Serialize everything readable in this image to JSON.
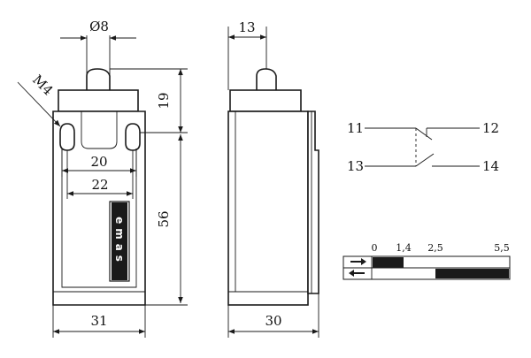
{
  "front_view": {
    "dim_top": "Ø8",
    "dim_thread": "M4",
    "dim_head_height": "19",
    "dim_inner_width": "20",
    "dim_hole_spacing": "22",
    "dim_body_height": "56",
    "dim_total_width": "31",
    "brand": "emas"
  },
  "side_view": {
    "dim_plunger_offset": "13",
    "dim_depth": "30"
  },
  "contact_diagram": {
    "terminals": [
      "11",
      "12",
      "13",
      "14"
    ]
  },
  "travel_diagram": {
    "scale_labels": [
      "0",
      "1,4",
      "2,5",
      "5,5"
    ],
    "segments": [
      {
        "contact": "NC",
        "closed_from": 0,
        "closed_to": 1.4
      },
      {
        "contact": "NO",
        "closed_from": 2.5,
        "closed_to": 5.5
      }
    ]
  }
}
